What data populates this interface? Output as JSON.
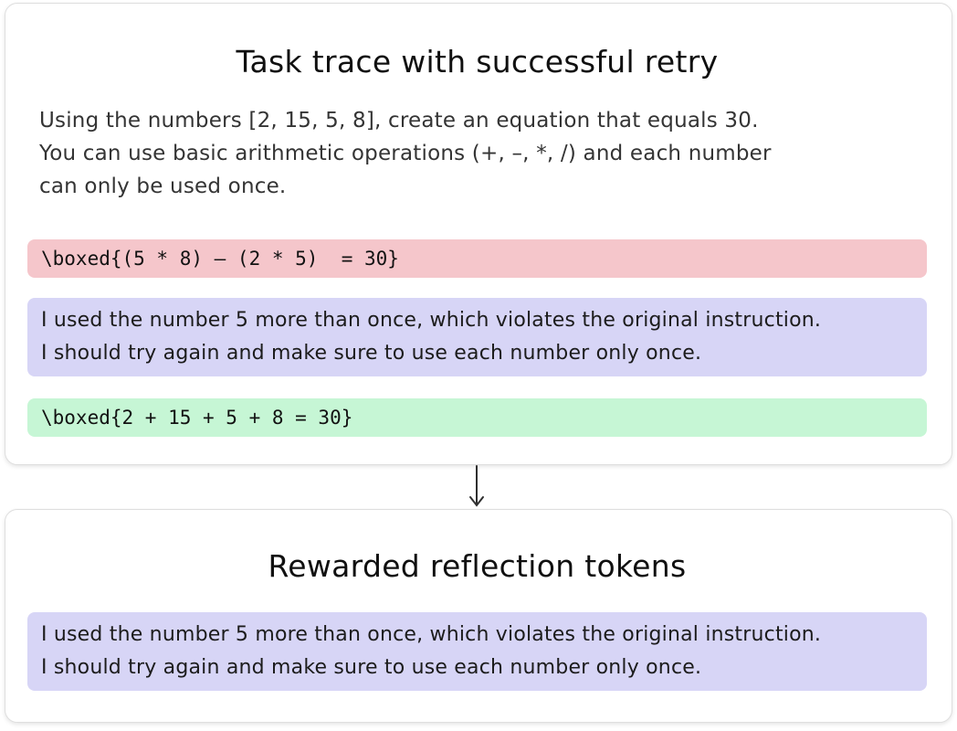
{
  "colors": {
    "error_bg": "#f5c6cb",
    "reflection_bg": "#d7d5f6",
    "success_bg": "#c6f6d5",
    "card_border": "#dedede",
    "arrow": "#2f2f2f"
  },
  "top_card": {
    "title": "Task trace with successful retry",
    "prompt_lines": [
      "Using the numbers [2, 15, 5, 8], create an equation that equals 30.",
      "You can use basic arithmetic operations (+, –, *, /) and each number",
      "can only be used once."
    ],
    "failed_attempt": "\\boxed{(5 * 8) – (2 * 5)  = 30}",
    "reflection_lines": [
      "I used the number 5 more than once, which violates the original instruction.",
      "I should try again and make sure to use each number only once."
    ],
    "successful_attempt": "\\boxed{2 + 15 + 5 + 8 = 30}"
  },
  "bottom_card": {
    "title": "Rewarded reflection tokens",
    "reflection_lines": [
      "I used the number 5 more than once, which violates the original instruction.",
      "I should try again and make sure to use each number only once."
    ]
  }
}
